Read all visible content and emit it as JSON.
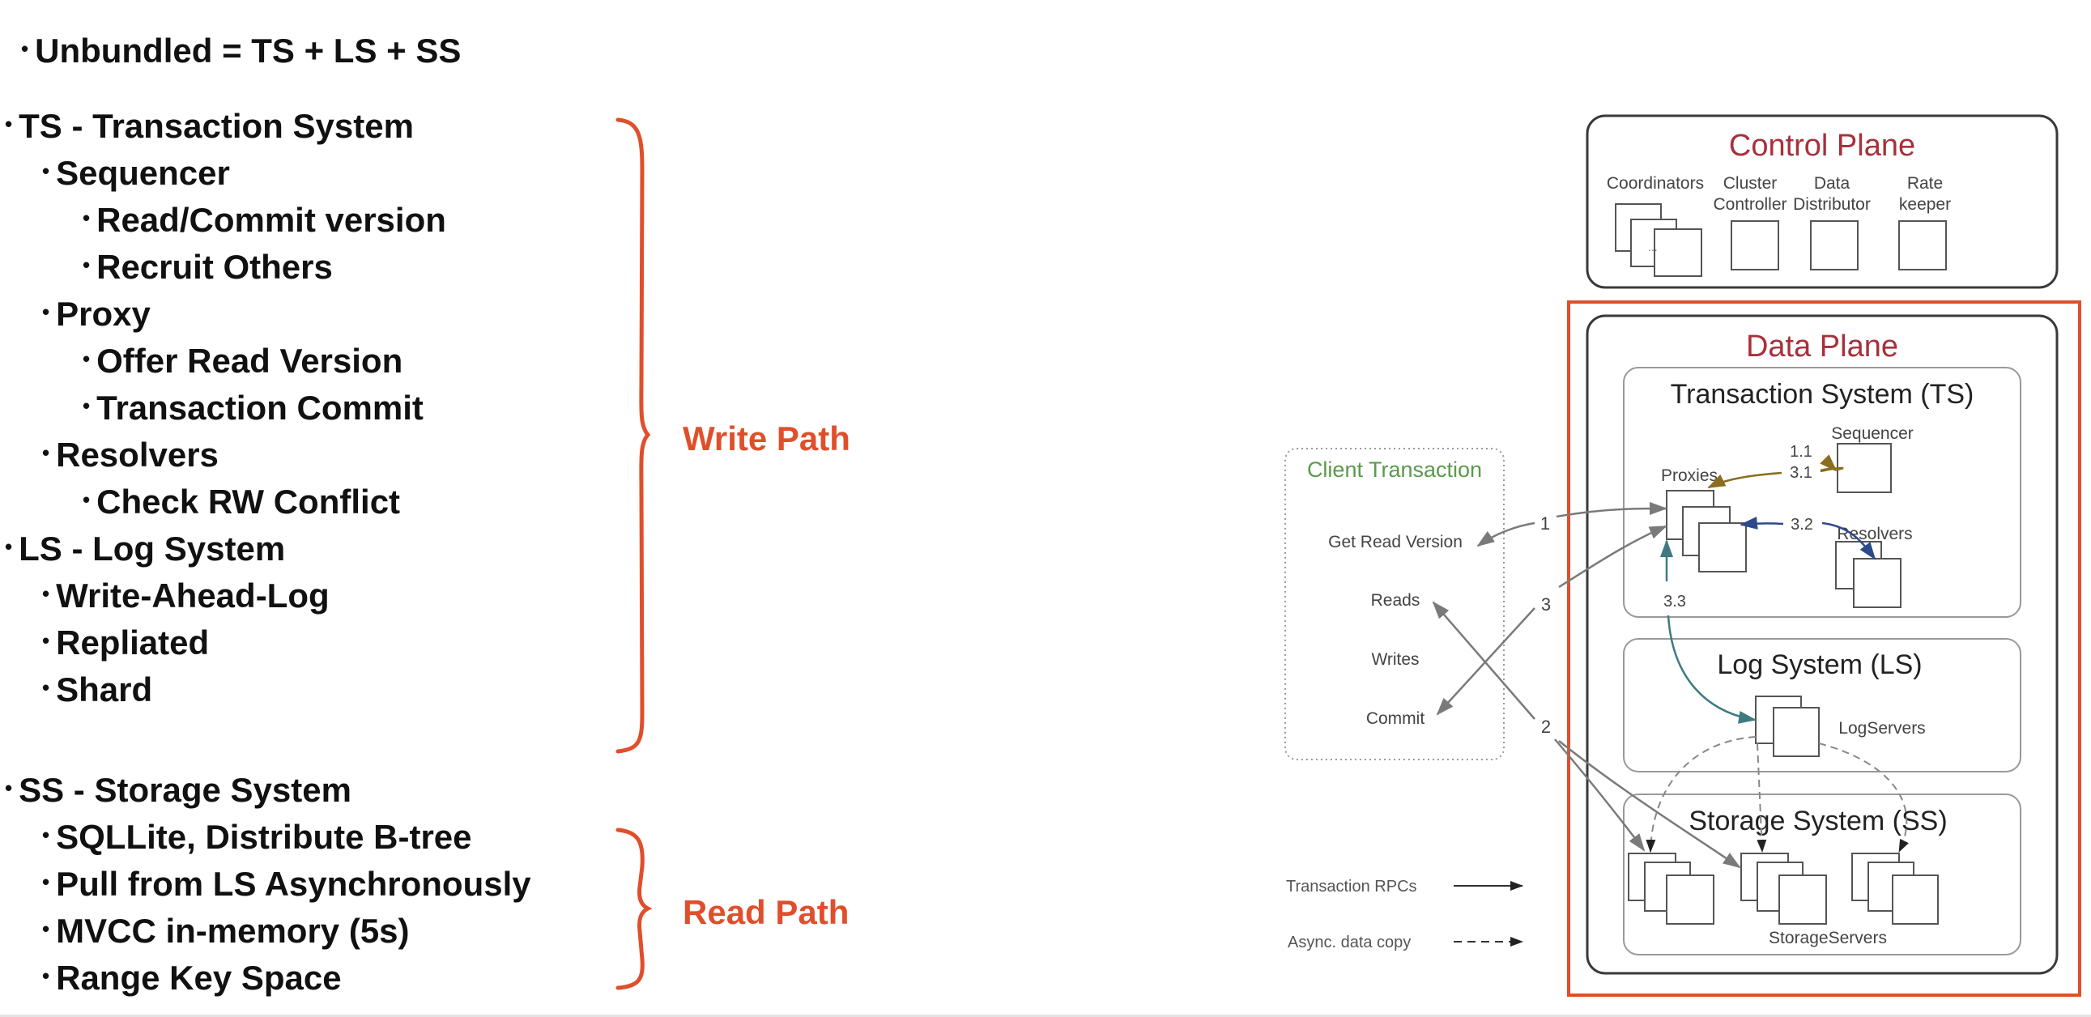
{
  "outline": {
    "top_item": "Unbundled = TS + LS + SS",
    "items": [
      {
        "level": 0,
        "text": "TS - Transaction System"
      },
      {
        "level": 1,
        "text": "Sequencer"
      },
      {
        "level": 2,
        "text": "Read/Commit version"
      },
      {
        "level": 2,
        "text": "Recruit Others"
      },
      {
        "level": 1,
        "text": "Proxy"
      },
      {
        "level": 2,
        "text": "Offer Read Version"
      },
      {
        "level": 2,
        "text": "Transaction Commit"
      },
      {
        "level": 1,
        "text": "Resolvers"
      },
      {
        "level": 2,
        "text": "Check RW Conflict"
      },
      {
        "level": 0,
        "text": "LS - Log System"
      },
      {
        "level": 1,
        "text": "Write-Ahead-Log"
      },
      {
        "level": 1,
        "text": "Repliated"
      },
      {
        "level": 1,
        "text": "Shard"
      },
      {
        "level": 0,
        "text": "SS - Storage System"
      },
      {
        "level": 1,
        "text": "SQLLite, Distribute B-tree"
      },
      {
        "level": 1,
        "text": "Pull from LS Asynchronously"
      },
      {
        "level": 1,
        "text": "MVCC in-memory (5s)"
      },
      {
        "level": 1,
        "text": "Range Key Space"
      }
    ]
  },
  "brackets": {
    "write_path": "Write Path",
    "read_path": "Read Path"
  },
  "diagram": {
    "control_plane": {
      "title": "Control Plane",
      "components": {
        "coordinators": "Coordinators",
        "coordinators_ellipsis": "...",
        "cluster_controller_1": "Cluster",
        "cluster_controller_2": "Controller",
        "data_distributor_1": "Data",
        "data_distributor_2": "Distributor",
        "ratekeeper_1": "Rate",
        "ratekeeper_2": "keeper"
      }
    },
    "data_plane": {
      "title": "Data Plane",
      "transaction_system": {
        "title": "Transaction System (TS)",
        "proxies": "Proxies",
        "sequencer": "Sequencer",
        "resolvers": "Resolvers",
        "step_1_1": "1.1",
        "step_3_1": "3.1",
        "step_3_2": "3.2",
        "step_3_3": "3.3"
      },
      "log_system": {
        "title": "Log System (LS)",
        "log_servers": "LogServers"
      },
      "storage_system": {
        "title": "Storage System (SS)",
        "storage_servers": "StorageServers"
      }
    },
    "client_transaction": {
      "title": "Client Transaction",
      "steps": [
        "Get Read Version",
        "Reads",
        "Writes",
        "Commit"
      ],
      "step_1": "1",
      "step_2": "2",
      "step_3": "3"
    },
    "legend": {
      "rpc": "Transaction RPCs",
      "async": "Async. data copy"
    },
    "colors": {
      "accent_orange": "#e04f2c",
      "plane_title_red": "#a8303c",
      "client_green": "#5a9a4a",
      "arrow_gold": "#8a6d1e",
      "arrow_blue": "#2c4a8a",
      "arrow_teal": "#3e7a80",
      "arrow_gray": "#777777"
    }
  }
}
